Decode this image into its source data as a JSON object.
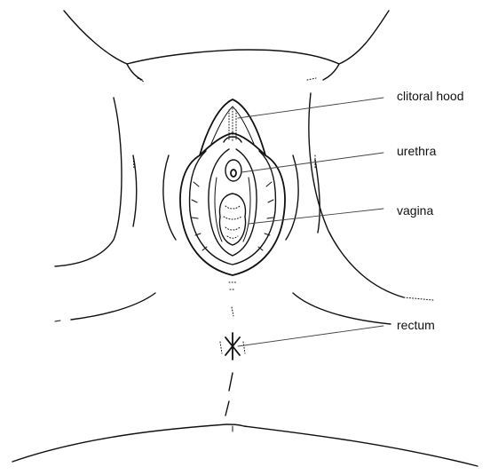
{
  "diagram": {
    "labels": {
      "clitoral_hood": "clitoral hood",
      "urethra": "urethra",
      "vagina": "vagina",
      "rectum": "rectum"
    },
    "colors": {
      "line": "#111111",
      "leader": "#444444",
      "background": "#ffffff"
    }
  }
}
